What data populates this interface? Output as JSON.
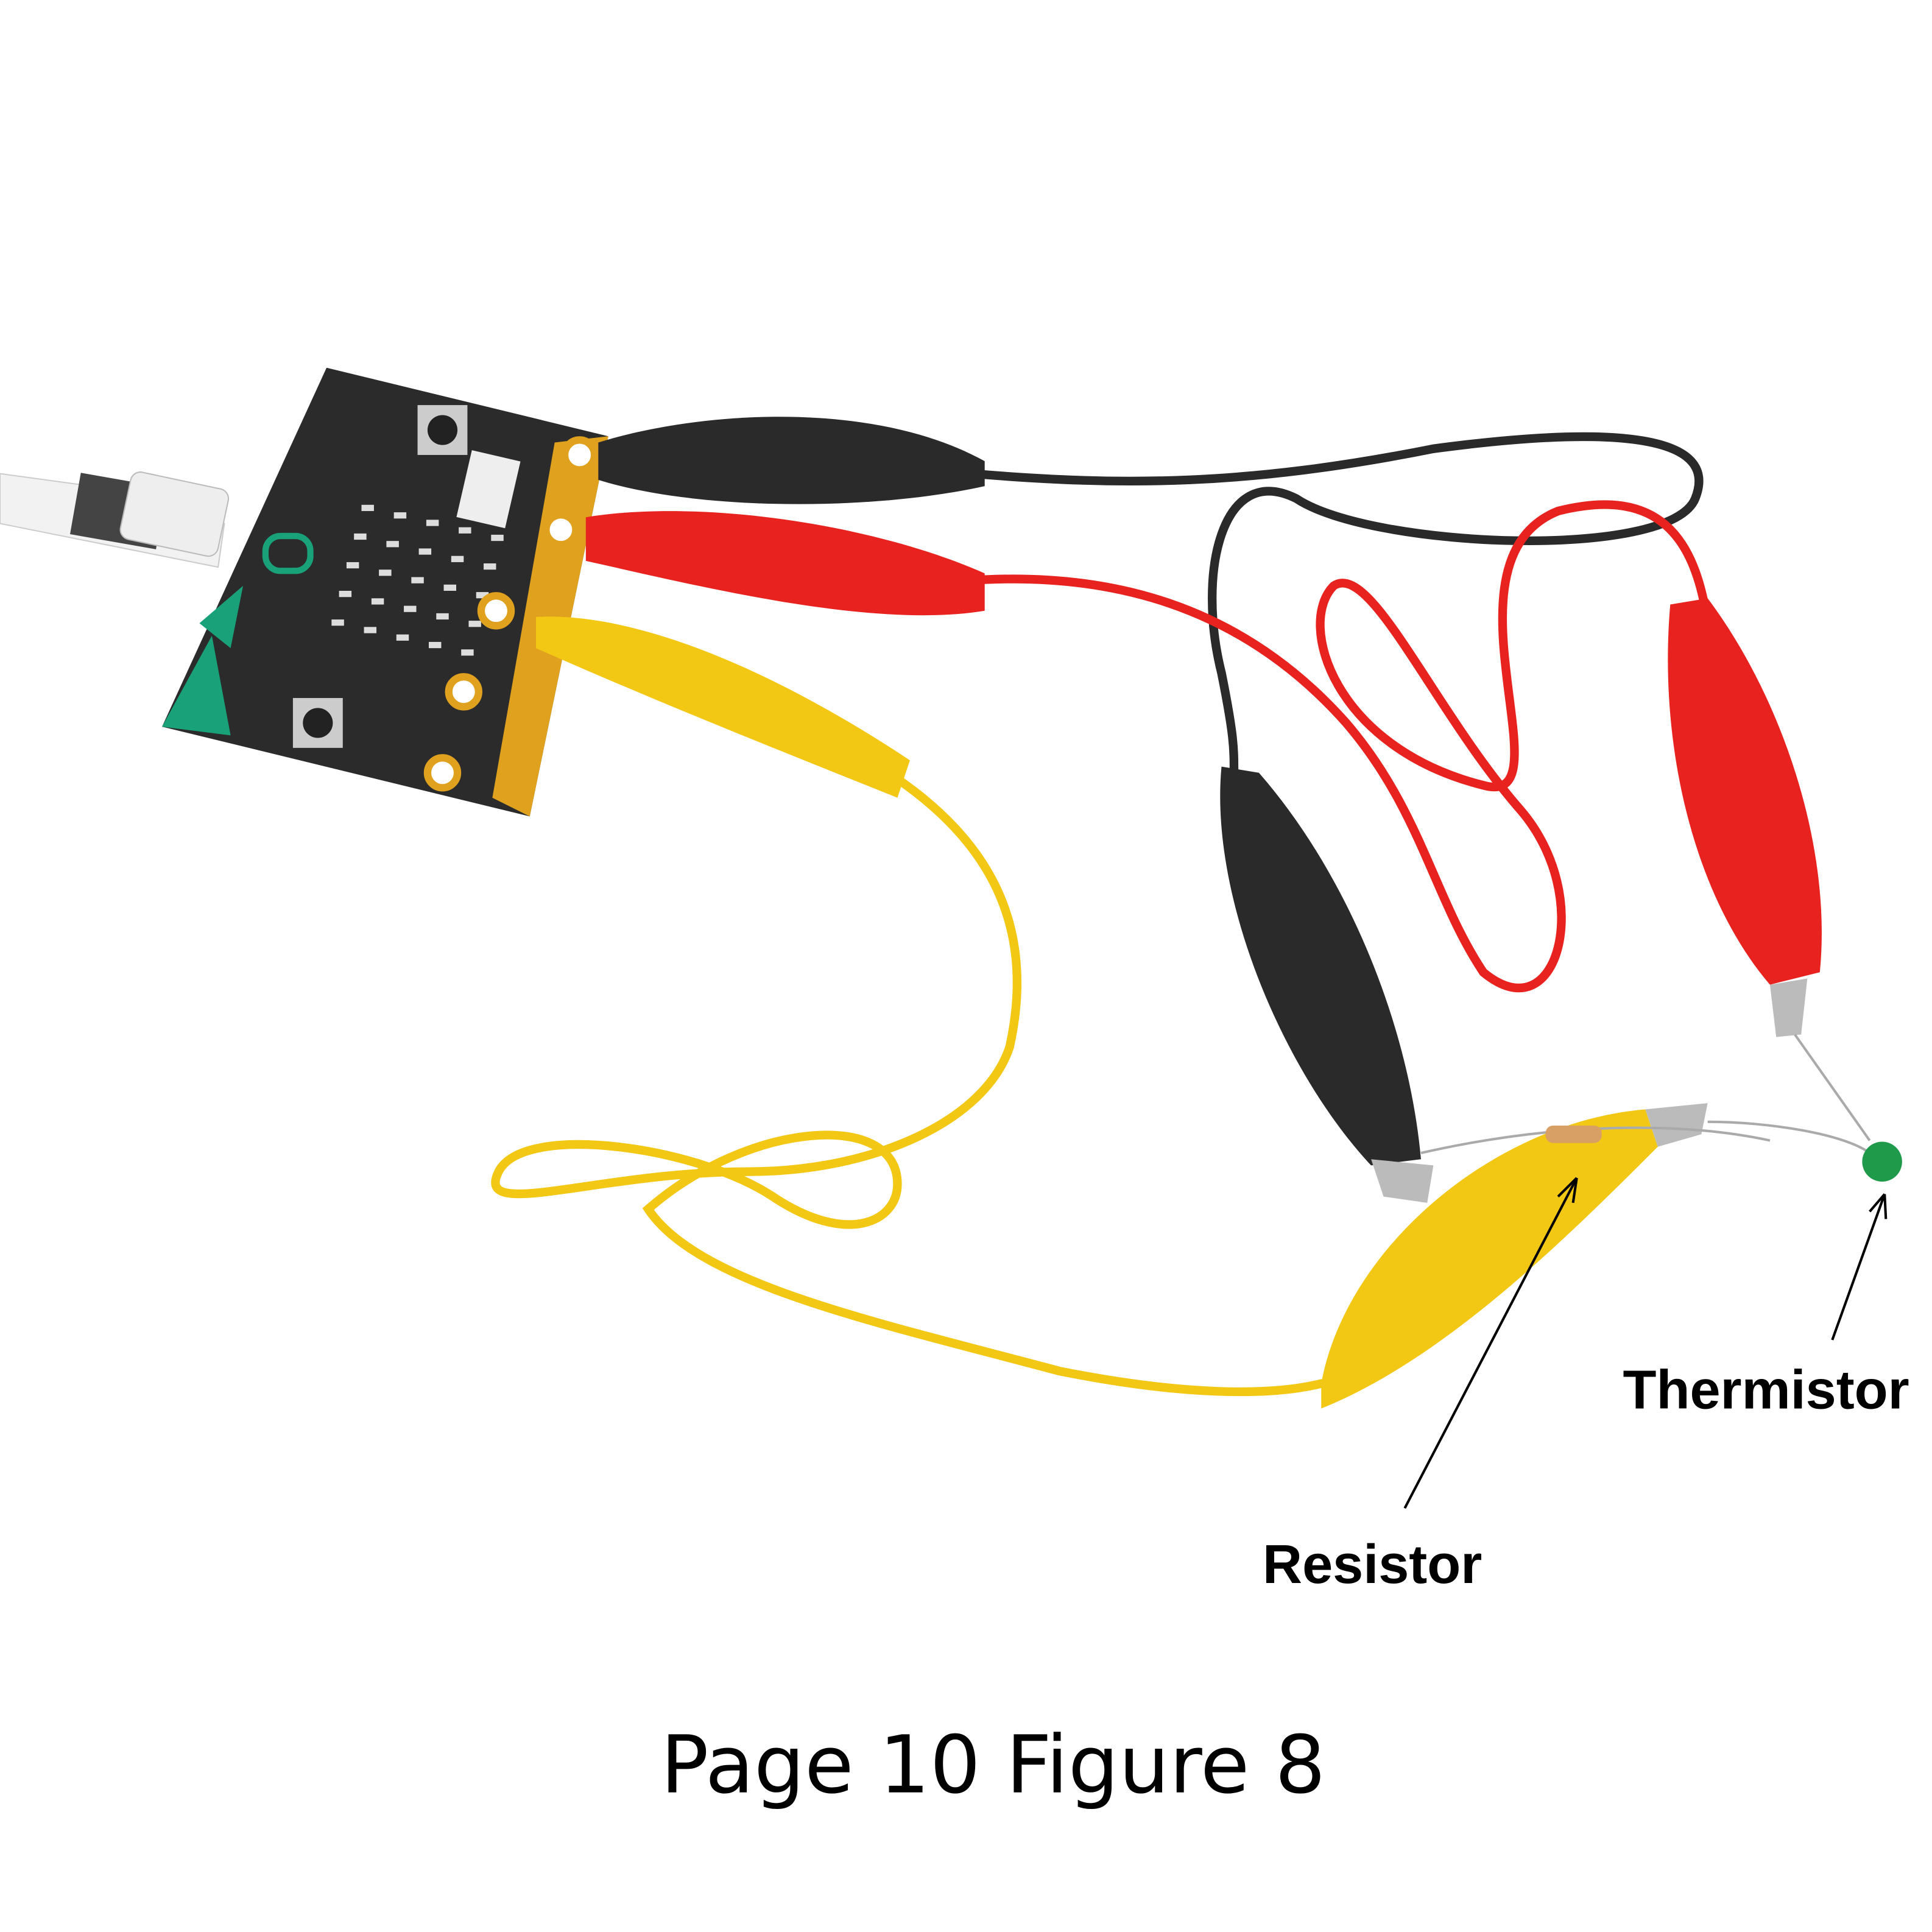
{
  "annotations": {
    "thermistor": "Thermistor",
    "resistor": "Resistor"
  },
  "caption": "Page 10 Figure 8",
  "colors": {
    "board": "#2b2b2b",
    "gold": "#e0a21e",
    "black_lead": "#2a2a2a",
    "red_lead": "#e8221f",
    "yellow_lead": "#f2c814",
    "thermistor": "#1f9a4a",
    "accent_green": "#19a27a"
  }
}
